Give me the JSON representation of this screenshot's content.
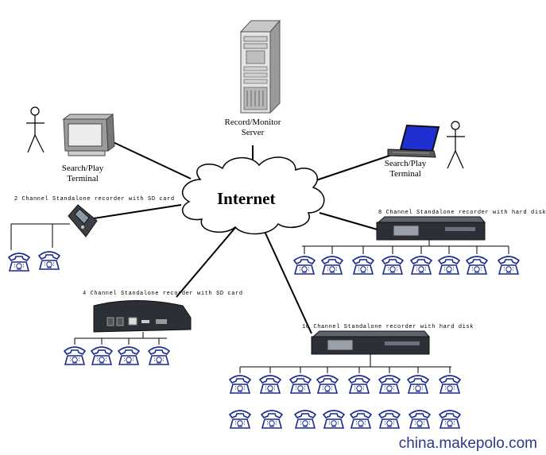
{
  "cloud": {
    "label": "Internet"
  },
  "server": {
    "label_line1": "Record/Monitor",
    "label_line2": "Server"
  },
  "terminal_left": {
    "label_line1": "Search/Play",
    "label_line2": "Terminal"
  },
  "terminal_right": {
    "label_line1": "Search/Play",
    "label_line2": "Terminal"
  },
  "recorders": {
    "sd2": "2 Channel Standalone recorder with SD card",
    "sd4": "4 Channel Standalone recorder with SD card",
    "hd8": "8 Channel Standalone recorder with hard disk",
    "hd16": "16 Channel Standalone recorder with hard disk"
  },
  "watermark": "china.makepolo.com",
  "colors": {
    "phone": "#1a2a8c",
    "line": "#000000",
    "device": "#2b2f36",
    "laptop_screen": "#1f2fd0",
    "watermark": "#2a3a8a"
  },
  "icons": {
    "phone": "telephone-icon",
    "person": "stick-figure-icon",
    "server": "server-tower-icon",
    "monitor": "crt-monitor-icon",
    "laptop": "laptop-icon"
  }
}
